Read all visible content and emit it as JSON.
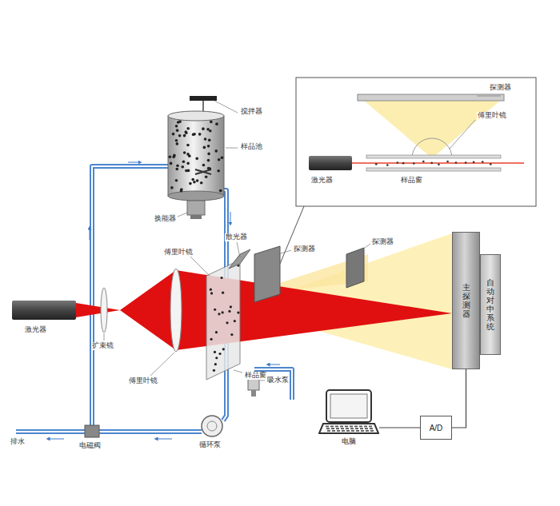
{
  "diagram": {
    "nodes": [
      {
        "text": [
          "主探测器"
        ]
      },
      {
        "text": [
          "自动对中系统"
        ]
      },
      {
        "text": [
          "A/D"
        ]
      },
      {
        "text": [
          "电脑"
        ]
      }
    ],
    "edges": [
      {
        "from": 0,
        "to": 2,
        "arrow": "none"
      },
      {
        "from": 2,
        "to": 3,
        "arrow": "none"
      }
    ],
    "labels": [
      "探测器",
      "傅里叶镜",
      "激光器",
      "样品窗",
      "搅拌器",
      "样品池",
      "换能器",
      "傅里叶镜",
      "散光器",
      "探测器",
      "探测器",
      "激光器",
      "扩束镜",
      "傅里叶镜",
      "样品窗",
      "吸水泵",
      "排水",
      "电磁阀",
      "循环泵"
    ]
  }
}
